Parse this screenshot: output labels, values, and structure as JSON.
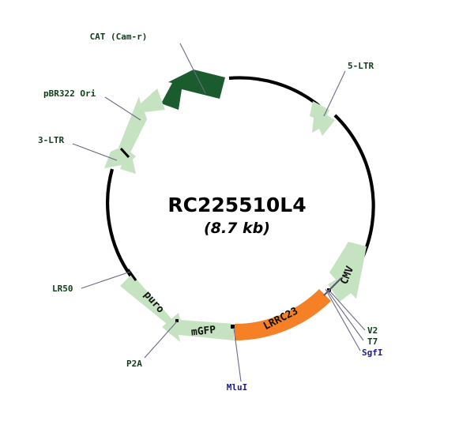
{
  "plasmid": {
    "name": "RC225510L4",
    "size": "(8.7 kb)"
  },
  "colors": {
    "backbone": "#000000",
    "feature_dark_green": "#1a5c2e",
    "feature_light_green": "#c5e3c0",
    "feature_orange": "#f58025",
    "label_green": "#0d3d17",
    "label_blue": "#1b1b8f",
    "leader_line": "#6b6b86",
    "background": "#ffffff"
  },
  "features": [
    {
      "id": "cat-cam-r",
      "label": "CAT (Cam-r)",
      "color": "#1a5c2e",
      "shape": "arrow",
      "direction": "counterclockwise"
    },
    {
      "id": "pbr322-ori",
      "label": "pBR322 Ori",
      "color": "#c5e3c0",
      "shape": "arrow",
      "direction": "clockwise"
    },
    {
      "id": "3-ltr",
      "label": "3-LTR",
      "color": "#c5e3c0",
      "shape": "arrow",
      "direction": "counterclockwise"
    },
    {
      "id": "5-ltr",
      "label": "5-LTR",
      "color": "#c5e3c0",
      "shape": "arrow",
      "direction": "counterclockwise"
    },
    {
      "id": "cmv",
      "label": "CMV",
      "color": "#c5e3c0",
      "shape": "arrow",
      "direction": "counterclockwise"
    },
    {
      "id": "lrrc23",
      "label": "LRRC23",
      "color": "#f58025",
      "shape": "block",
      "direction": "none"
    },
    {
      "id": "mgfp",
      "label": "mGFP",
      "color": "#c5e3c0",
      "shape": "arrow",
      "direction": "counterclockwise"
    },
    {
      "id": "puro",
      "label": "puro",
      "color": "#c5e3c0",
      "shape": "arrow",
      "direction": "counterclockwise"
    }
  ],
  "markers": [
    {
      "id": "lr50",
      "label": "LR50",
      "kind": "feature"
    },
    {
      "id": "p2a",
      "label": "P2A",
      "kind": "feature"
    },
    {
      "id": "v2",
      "label": "V2",
      "kind": "feature"
    },
    {
      "id": "t7",
      "label": "T7",
      "kind": "feature"
    }
  ],
  "restriction_sites": [
    {
      "id": "sgfi",
      "label": "SgfI"
    },
    {
      "id": "mlui",
      "label": "MluI"
    }
  ]
}
